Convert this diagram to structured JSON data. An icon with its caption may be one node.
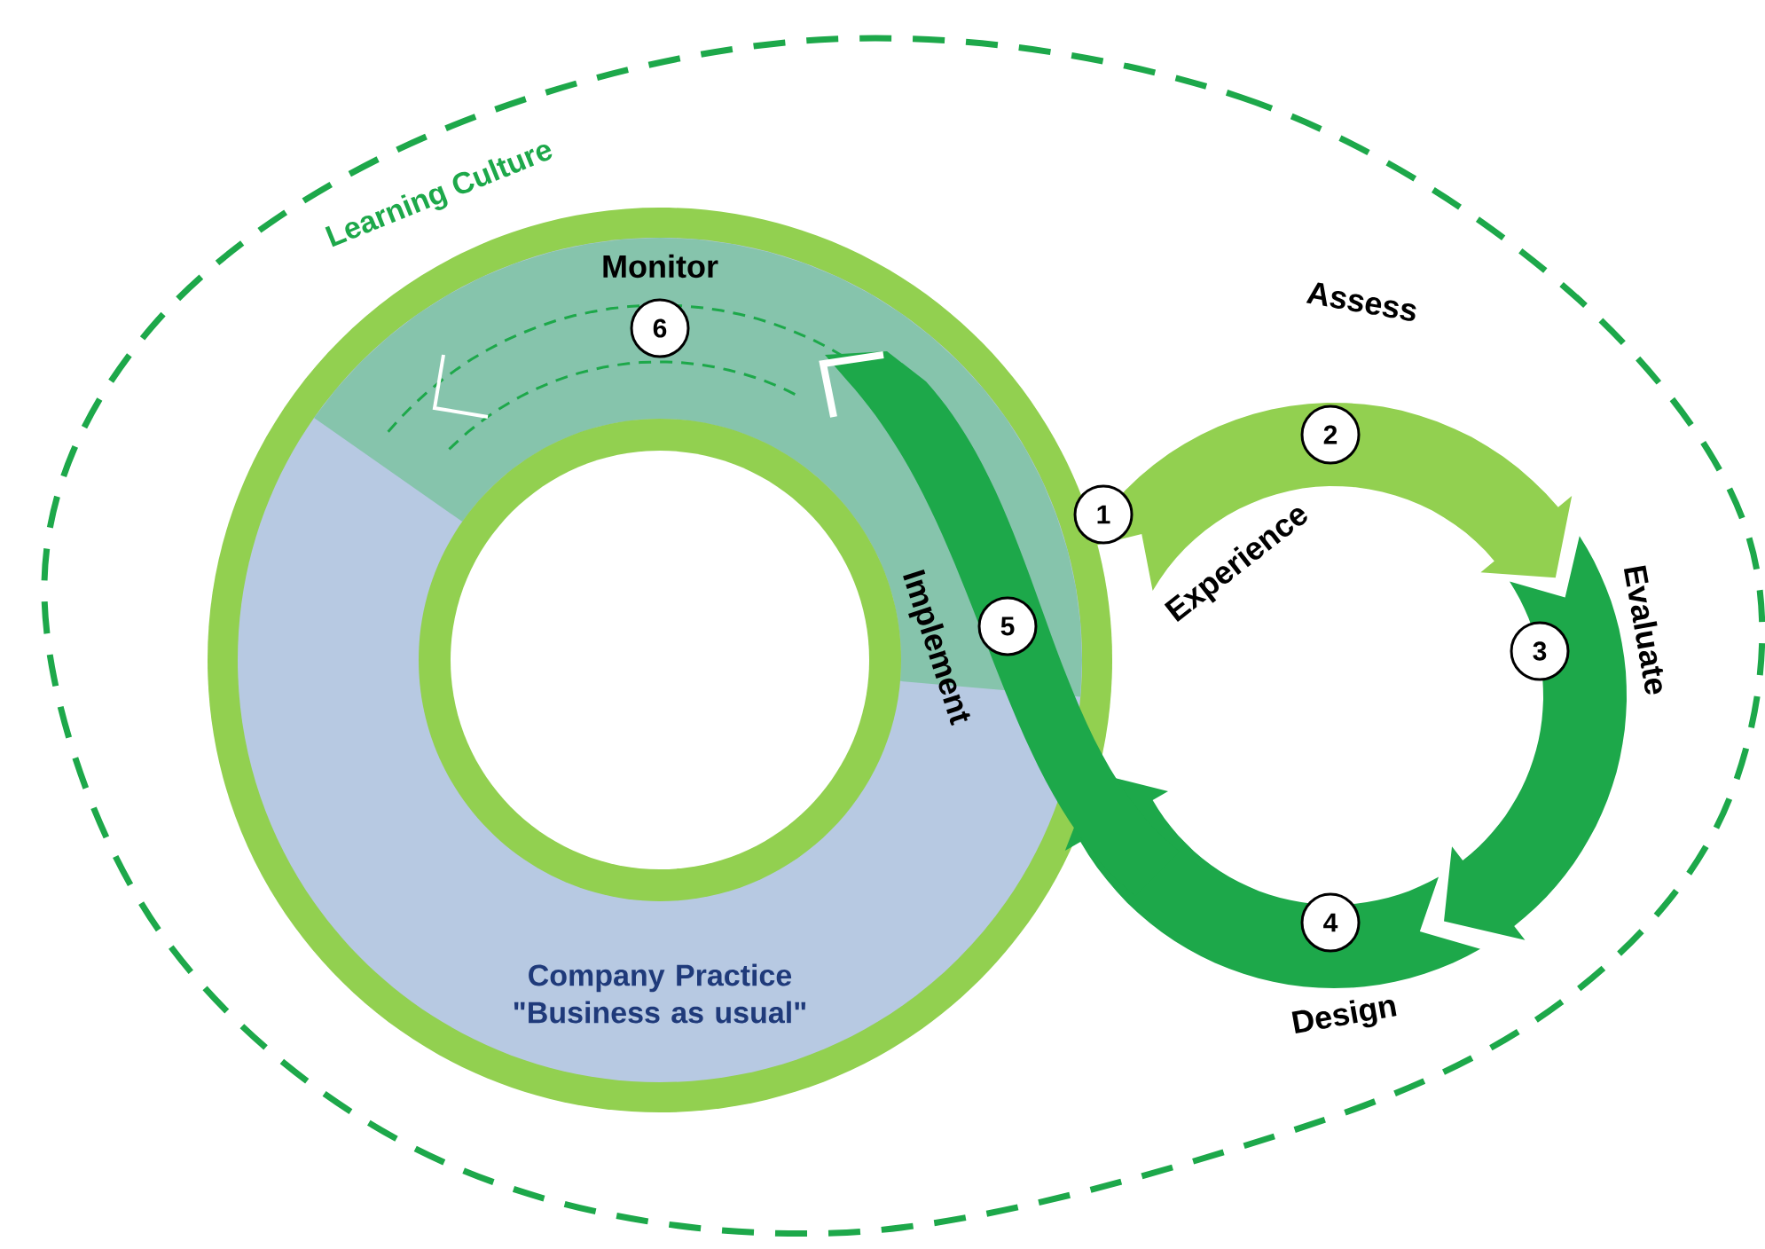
{
  "diagram": {
    "nodes": [
      {
        "text": [
          "Learning Culture"
        ]
      },
      {
        "text": [
          "Company Practice \"Business as usual\""
        ]
      },
      {
        "text": [
          "1"
        ],
        "beside": [
          "Experience"
        ]
      },
      {
        "text": [
          "2"
        ],
        "beside": [
          "Assess"
        ]
      },
      {
        "text": [
          "3"
        ],
        "beside": [
          "Evaluate"
        ]
      },
      {
        "text": [
          "4"
        ],
        "beside": [
          "Design"
        ]
      },
      {
        "text": [
          "5"
        ],
        "beside": [
          "Implement"
        ]
      },
      {
        "text": [
          "6"
        ],
        "beside": [
          "Monitor"
        ]
      }
    ]
  }
}
